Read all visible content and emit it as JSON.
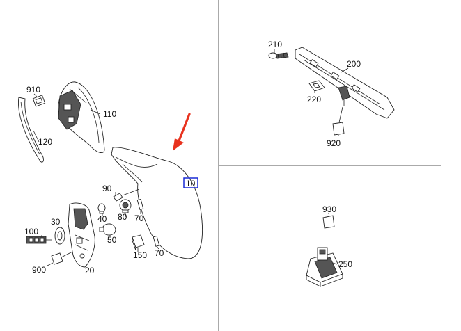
{
  "labels": {
    "p910": "910",
    "p110": "110",
    "p120": "120",
    "p10": "10",
    "p90": "90",
    "p40": "40",
    "p80": "80",
    "p70a": "70",
    "p30": "30",
    "p100": "100",
    "p50": "50",
    "p150": "150",
    "p70b": "70",
    "p900": "900",
    "p20": "20",
    "p210": "210",
    "p200": "200",
    "p220": "220",
    "p920": "920",
    "p930": "930",
    "p250": "250"
  },
  "colors": {
    "arrow": "#e8321e",
    "highlight_box": "#1a2bd6",
    "divider": "#555555"
  }
}
